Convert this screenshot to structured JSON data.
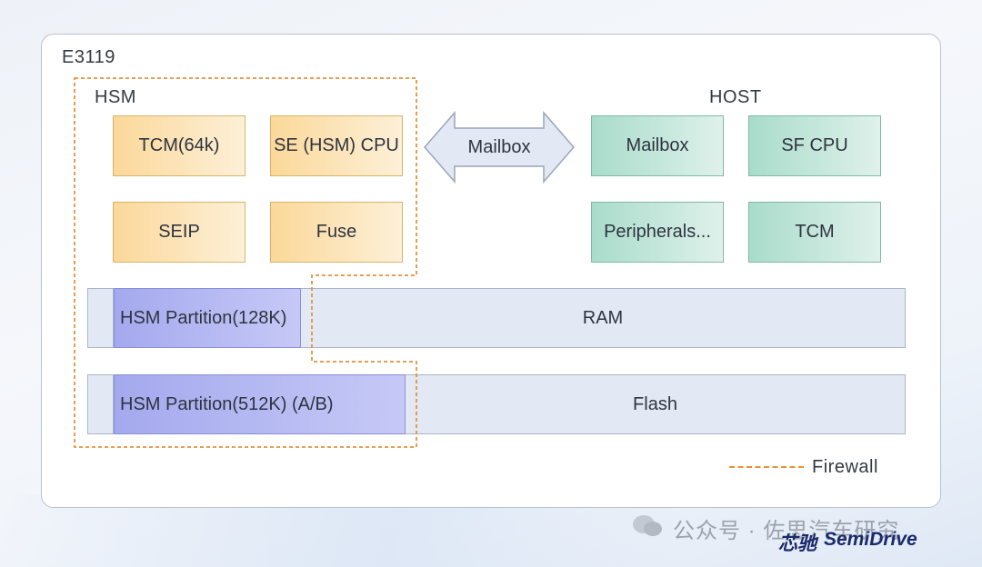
{
  "chip": {
    "name": "E3119"
  },
  "hsm": {
    "title": "HSM",
    "blocks": [
      "TCM(64k)",
      "SE (HSM) CPU",
      "SEIP",
      "Fuse"
    ]
  },
  "host": {
    "title": "HOST",
    "blocks": [
      "Mailbox",
      "SF CPU",
      "Peripherals...",
      "TCM"
    ]
  },
  "mailbox_arrow": {
    "label": "Mailbox"
  },
  "memory": {
    "ram": {
      "partition": "HSM Partition(128K)",
      "label": "RAM"
    },
    "flash": {
      "partition": "HSM Partition(512K) (A/B)",
      "label": "Flash"
    }
  },
  "legend": {
    "firewall": "Firewall"
  },
  "watermark": {
    "text": "公众号 · 佐思汽车研究",
    "brand_cn": "芯驰",
    "brand_en": "SemiDrive"
  },
  "colors": {
    "hsm_block": "#fbd89a",
    "host_block": "#a9dccb",
    "partition": "#a4a9ee",
    "memory_bar": "#e3e8f5",
    "firewall": "#e8913a",
    "arrow": "#e3e8f5"
  }
}
